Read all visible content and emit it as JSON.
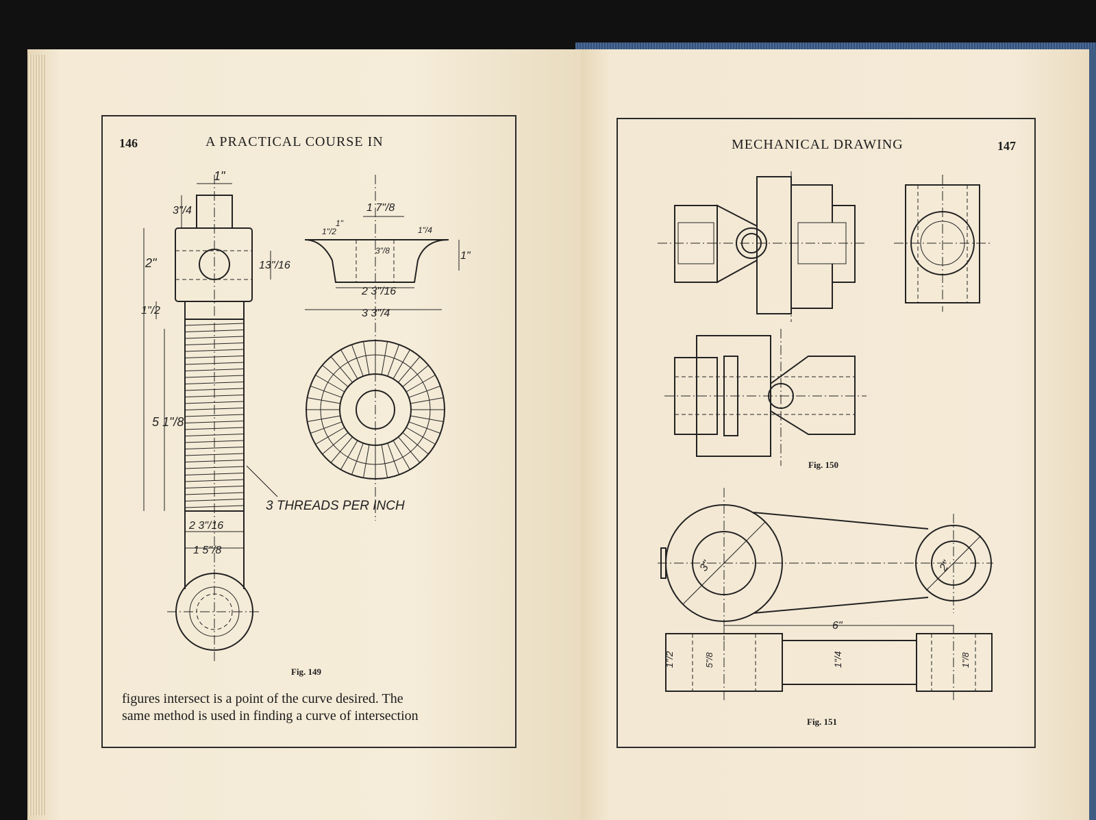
{
  "left_page": {
    "page_number": "146",
    "running_head": "A PRACTICAL COURSE IN",
    "figure_caption": "Fig. 149",
    "body_lines": [
      "figures intersect is a point of the curve desired.  The",
      "same method is used in finding a curve of intersection"
    ],
    "fig149_labels": {
      "shank_width": "1\"",
      "shank_height": "3\"/4",
      "head_height": "2\"",
      "hole_dia": "13\"/16",
      "neck": "1\"/2",
      "thread_length": "5 1\"/8",
      "thread_dia": "2 3\"/16",
      "eye_width": "1 5\"/8",
      "thread_note": "3 THREADS PER INCH",
      "gear_top": "1 7\"/8",
      "gear_left": "1\"/2",
      "gear_tooth": "1\"",
      "gear_center": "3\"/8",
      "gear_right": "1\"/4",
      "gear_height": "1\"",
      "gear_inner": "2 3\"/16",
      "gear_outer": "3 3\"/4"
    }
  },
  "right_page": {
    "page_number": "147",
    "running_head": "MECHANICAL DRAWING",
    "figure150_caption": "Fig. 150",
    "figure151_caption": "Fig. 151",
    "fig151_labels": {
      "large_dia": "3\"",
      "small_dia": "2\"",
      "center_distance": "6\"",
      "left_thick": "1\"/2",
      "left_boss": "5\"/8",
      "arm_thick": "1\"/4",
      "right_boss": "1\"/8"
    }
  }
}
